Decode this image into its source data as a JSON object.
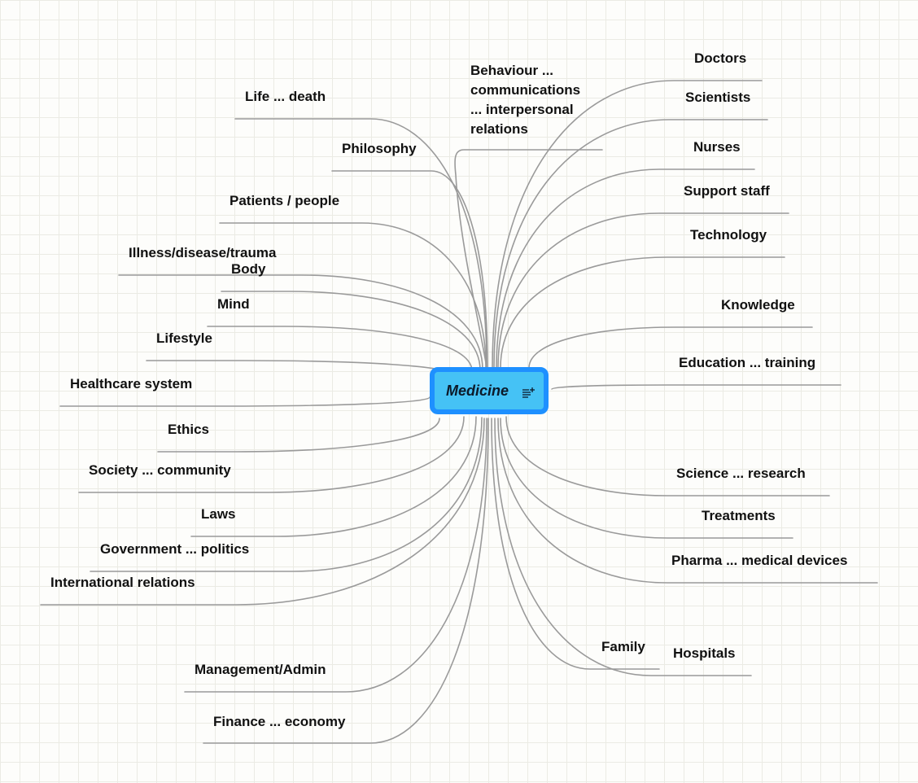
{
  "central_topic": {
    "label": "Medicine",
    "icon": "notes-icon",
    "colors": {
      "fill": "#45c2f5",
      "border": "#1e90ff"
    }
  },
  "branch_color": "#9a9a9a",
  "topics": {
    "left": [
      "Life ... death",
      "Philosophy",
      "Patients / people",
      "Illness/disease/trauma",
      "Body",
      "Mind",
      "Lifestyle",
      "Healthcare system",
      "Ethics",
      "Society ... community",
      "Laws",
      "Government ... politics",
      "International relations",
      "Management/Admin",
      "Finance ... economy"
    ],
    "top": "Behaviour ...\ncommunications\n... interpersonal\nrelations",
    "right": [
      "Doctors",
      "Scientists",
      "Nurses",
      "Support staff",
      "Technology",
      "Knowledge",
      "Education ... training",
      "Science ... research",
      "Treatments",
      "Pharma ... medical devices",
      "Family",
      "Hospitals"
    ]
  }
}
